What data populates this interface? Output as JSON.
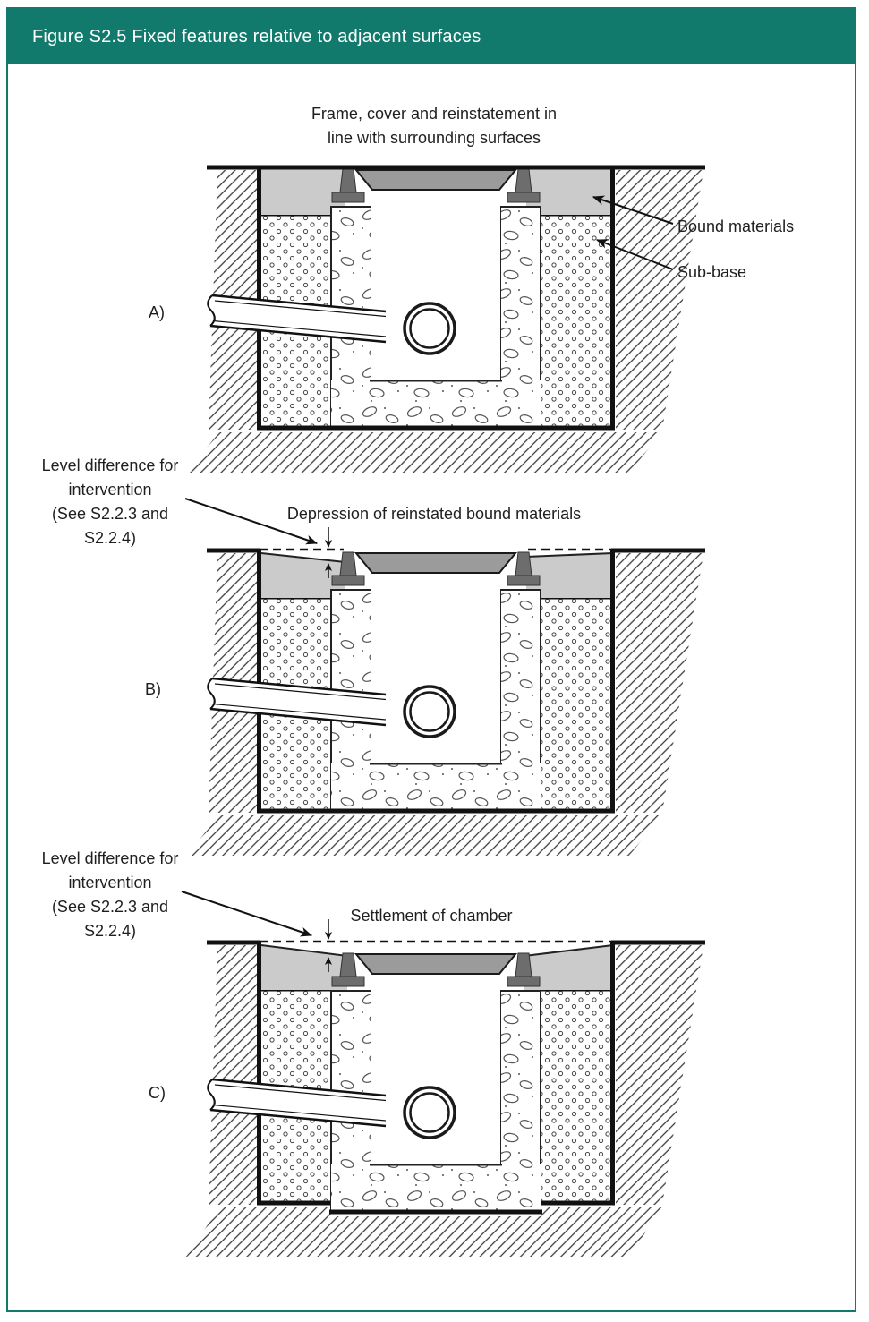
{
  "header": {
    "title": "Figure S2.5 Fixed features relative to adjacent surfaces",
    "bg_color": "#127a6c",
    "text_color": "#ffffff"
  },
  "colors": {
    "line": "#111111",
    "bound_materials_fill": "#cbcbcb",
    "cover_fill": "#9b9b9b",
    "frame_fill": "#6d6d6d",
    "page_border": "#127a6c",
    "label_text": "#1f1f1f"
  },
  "diagrams": [
    {
      "id": "A",
      "label": "A)",
      "caption_line1": "Frame, cover and reinstatement in",
      "caption_line2": "line with surrounding surfaces",
      "callout1": "Bound materials",
      "callout2": "Sub-base"
    },
    {
      "id": "B",
      "label": "B)",
      "caption": "Depression of reinstated bound materials",
      "note_line1": "Level difference for",
      "note_line2": "intervention",
      "note_line3": "(See S2.2.3 and",
      "note_line4": "S2.2.4)"
    },
    {
      "id": "C",
      "label": "C)",
      "caption": "Settlement of chamber",
      "note_line1": "Level difference for",
      "note_line2": "intervention",
      "note_line3": "(See S2.2.3 and",
      "note_line4": "S2.2.4)"
    }
  ]
}
